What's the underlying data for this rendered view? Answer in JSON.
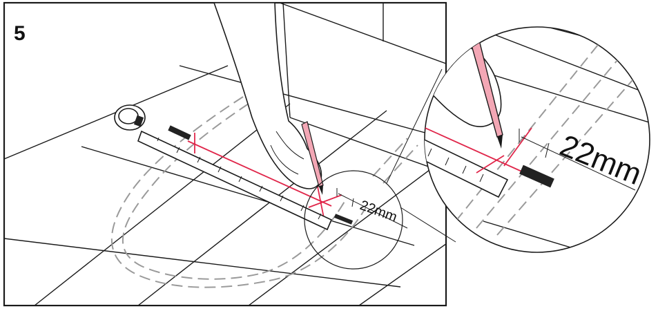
{
  "step": {
    "number": "5"
  },
  "dimension": {
    "small_label": "22mm",
    "large_label": "22mm"
  },
  "colors": {
    "ink": "#1a1a1a",
    "guide_red": "#e0264a",
    "dashed_outline": "#9a9a9a",
    "tape_marker": "#222222"
  },
  "icons": {
    "tape_measure": "tape-measure-icon",
    "pencil": "pencil-icon",
    "hand": "hand-icon",
    "magnifier": "magnifier-circle-icon"
  }
}
